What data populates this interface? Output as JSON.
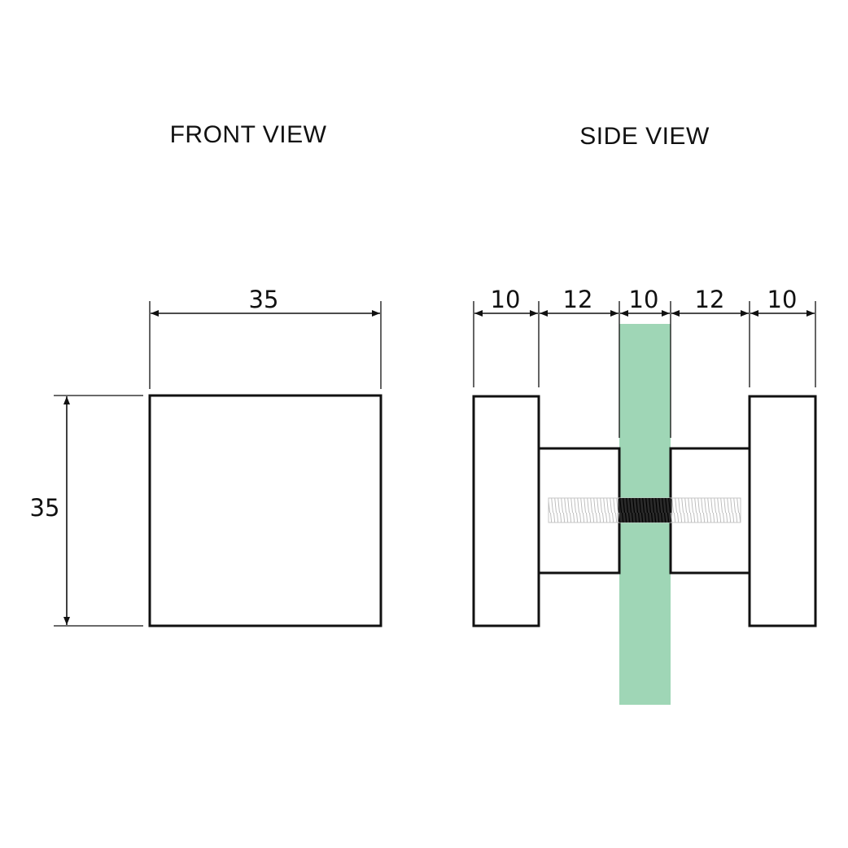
{
  "front": {
    "title": "FRONT VIEW",
    "width_label": "35",
    "height_label": "35"
  },
  "side": {
    "title": "SIDE VIEW",
    "segments": [
      "10",
      "12",
      "10",
      "12",
      "10"
    ]
  },
  "colors": {
    "glass": "#9fd6b6",
    "line": "#111111",
    "bolt": "#bfbfbf"
  }
}
